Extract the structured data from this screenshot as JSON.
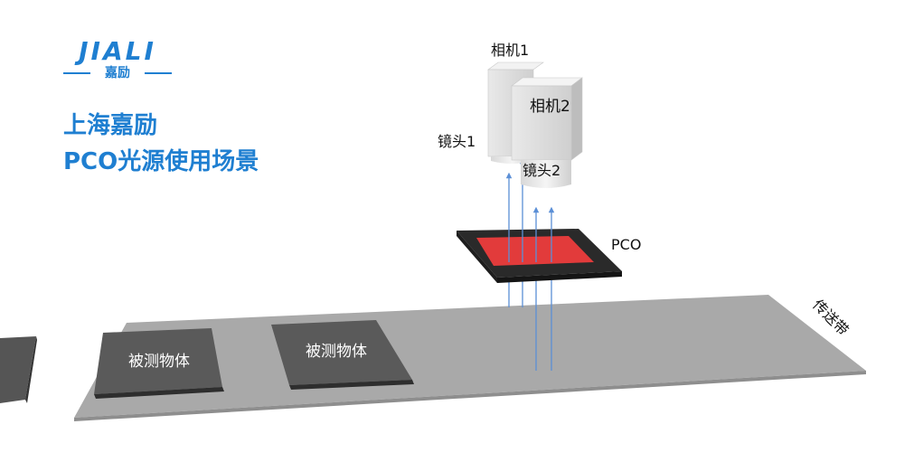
{
  "brand": {
    "logo_text": "JIALI",
    "logo_sub": "嘉励",
    "accent_color": "#1f7fd1"
  },
  "title": {
    "line1": "上海嘉励",
    "line2": "PCO光源使用场景"
  },
  "labels": {
    "camera1": "相机1",
    "camera2": "相机2",
    "lens1": "镜头1",
    "lens2": "镜头2",
    "pco": "PCO",
    "conveyor": "传送带",
    "object1": "被测物体",
    "object2": "被测物体"
  },
  "colors": {
    "light_red": "#e23b3b",
    "pco_frame": "#2a2a2a",
    "conveyor": "#a9a9a9",
    "object": "#555555",
    "ray": "#5b8fd6"
  }
}
